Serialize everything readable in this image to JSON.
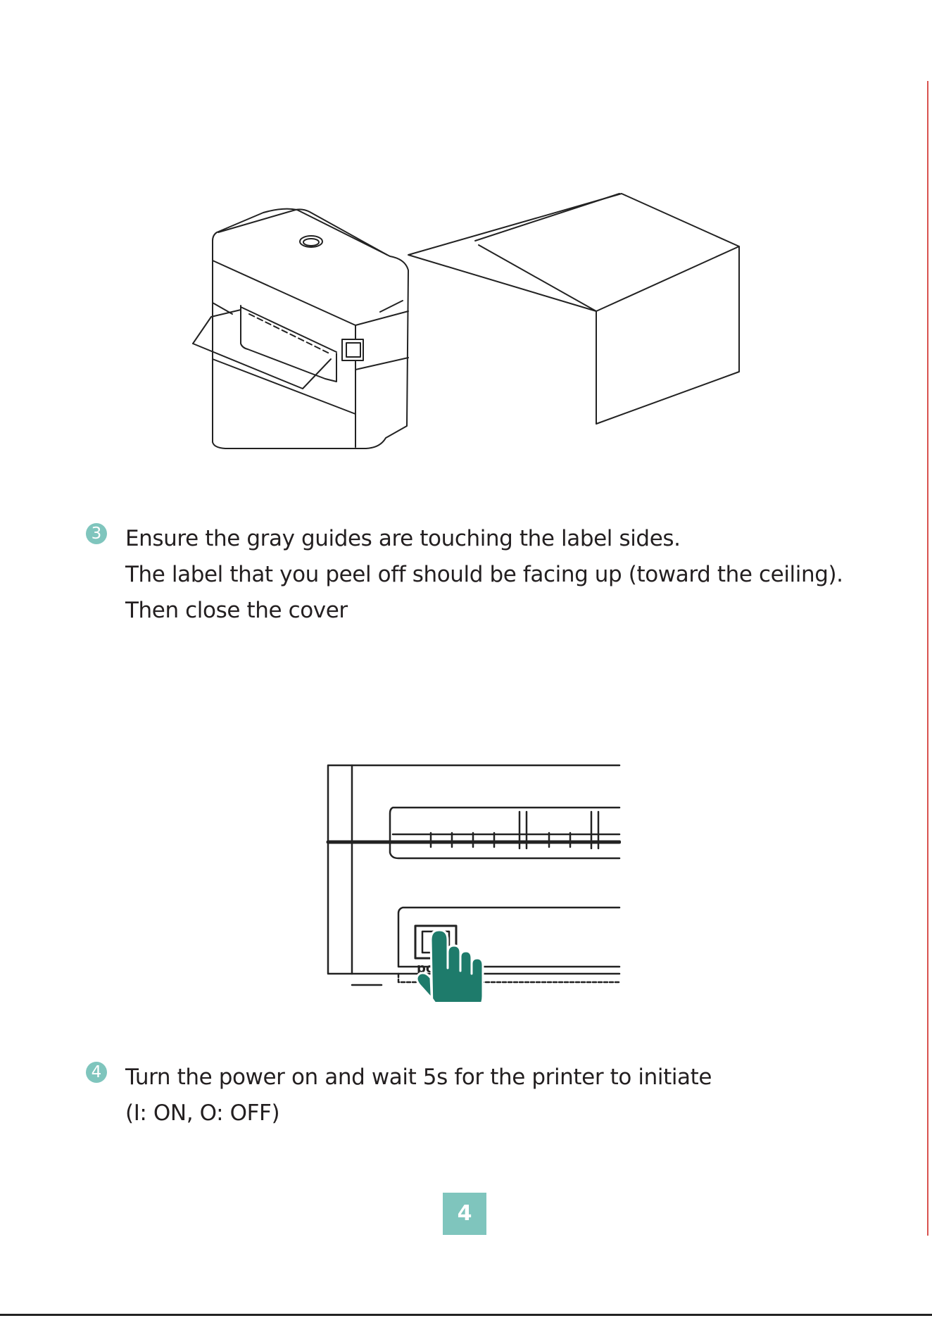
{
  "step3": {
    "number": "3",
    "lines": [
      "Ensure the gray guides are touching the label sides.",
      "The label that you peel off should be facing up (toward the ceiling).",
      "Then close the cover"
    ]
  },
  "step4": {
    "number": "4",
    "lines": [
      "Turn the power on and wait 5s for the printer to initiate",
      "(I: ON, O: OFF)"
    ]
  },
  "figure2": {
    "power_label": "power"
  },
  "page": {
    "number": "4"
  },
  "colors": {
    "accent": "#7fc5bd",
    "hand": "#1e7b6b",
    "edge": "#d9534f"
  }
}
